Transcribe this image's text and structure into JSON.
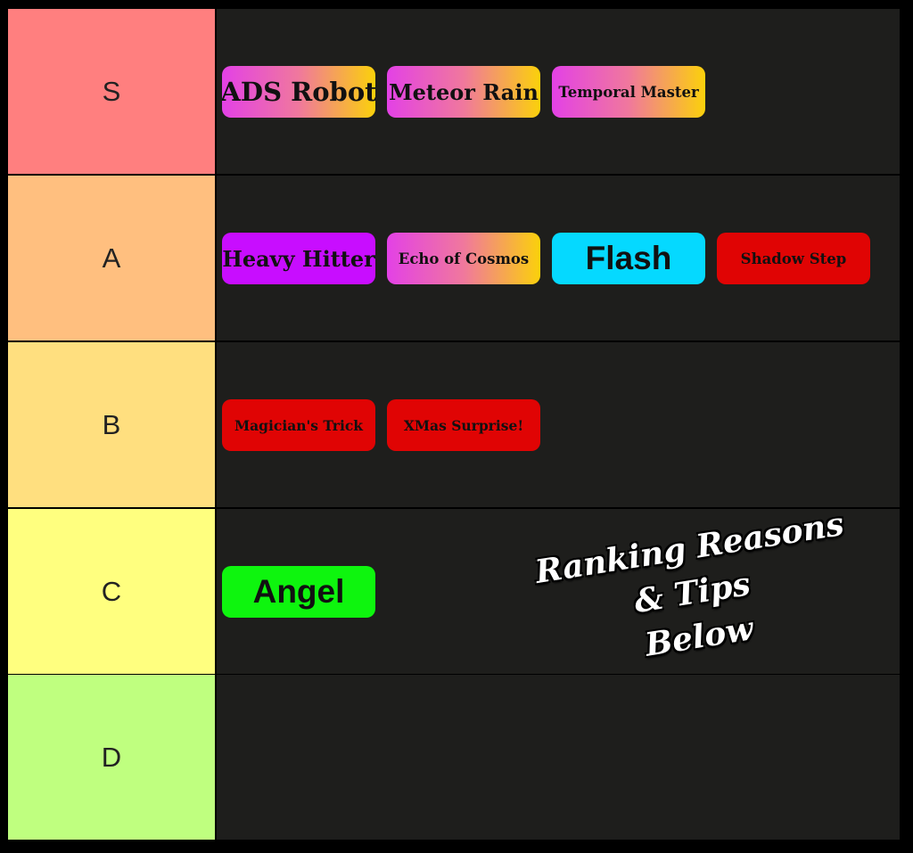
{
  "tiers": [
    {
      "label": "S",
      "color": "#ff7f7f",
      "items": [
        {
          "name": "ADS Robot",
          "style": "gradient-magenta-yellow"
        },
        {
          "name": "Meteor Rain",
          "style": "gradient-magenta-yellow"
        },
        {
          "name": "Temporal Master",
          "style": "gradient-magenta-yellow"
        }
      ]
    },
    {
      "label": "A",
      "color": "#ffbf7f",
      "items": [
        {
          "name": "Heavy Hitter",
          "style": "purple",
          "color": "#c80dff"
        },
        {
          "name": "Echo of Cosmos",
          "style": "gradient-magenta-yellow"
        },
        {
          "name": "Flash",
          "style": "cyan",
          "color": "#05d9ff"
        },
        {
          "name": "Shadow Step",
          "style": "red",
          "color": "#e00404"
        }
      ]
    },
    {
      "label": "B",
      "color": "#ffdf7f",
      "items": [
        {
          "name": "Magician's Trick",
          "style": "red",
          "color": "#e00404"
        },
        {
          "name": "XMas Surprise!",
          "style": "red",
          "color": "#e00404"
        }
      ]
    },
    {
      "label": "C",
      "color": "#ffff7f",
      "items": [
        {
          "name": "Angel",
          "style": "green",
          "color": "#0ef50e"
        }
      ]
    },
    {
      "label": "D",
      "color": "#bfff7f",
      "items": []
    }
  ],
  "overlay": {
    "line1": "Ranking Reasons",
    "line2": "& Tips",
    "line3": "Below"
  },
  "colors": {
    "background": "#000000",
    "row_background": "#1e1e1c",
    "gradient": [
      "#e341e6",
      "#fbd10b"
    ]
  }
}
